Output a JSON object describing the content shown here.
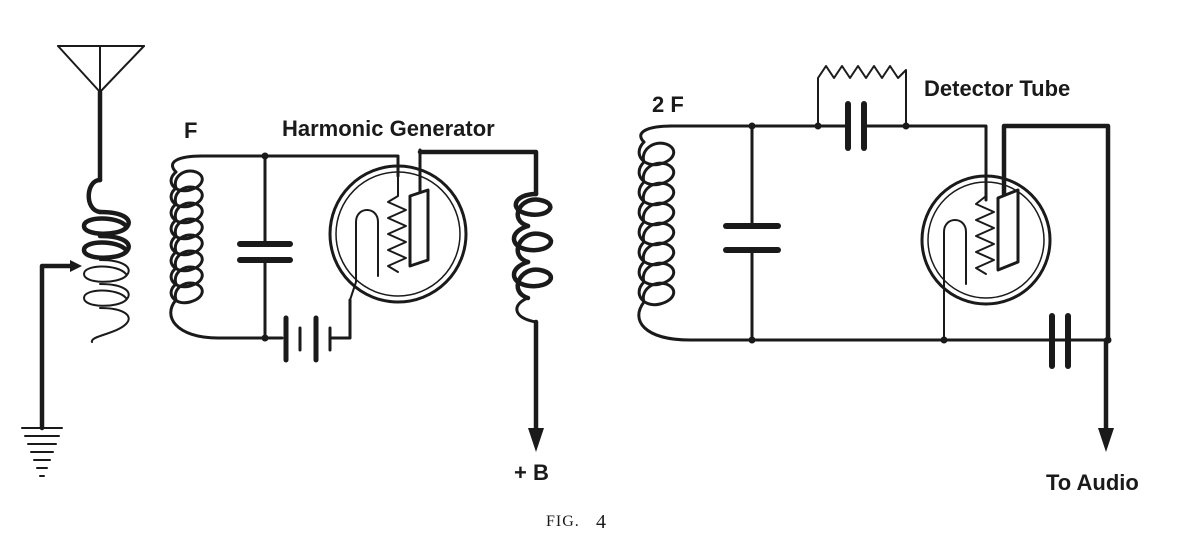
{
  "labels": {
    "f": "F",
    "harmonic_generator": "Harmonic Generator",
    "two_f": "2 F",
    "detector_tube": "Detector Tube",
    "plus_b": "+ B",
    "to_audio": "To Audio"
  },
  "caption": {
    "fig_word": "FIG.",
    "fig_number": "4"
  }
}
